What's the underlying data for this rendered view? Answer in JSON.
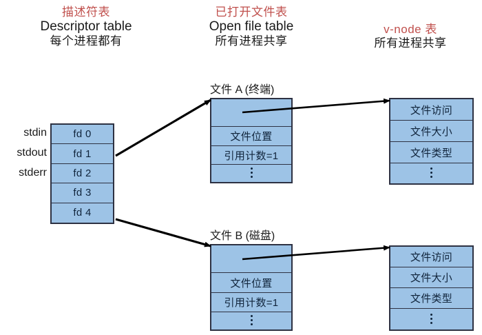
{
  "headings": {
    "descriptor": {
      "cn_title": "描述符表",
      "en_title": "Descriptor table",
      "cn_sub": "每个进程都有"
    },
    "openfile": {
      "cn_title": "已打开文件表",
      "en_title": "Open file table",
      "cn_sub": "所有进程共享"
    },
    "vnode": {
      "cn_title": "v-node 表",
      "cn_sub": "所有进程共享"
    }
  },
  "colors": {
    "heading_accent": "#c0504d",
    "box_fill": "#9dc3e6",
    "box_border": "#2d3142",
    "text": "#1a1a1a",
    "arrow": "#000000"
  },
  "descriptor_table": {
    "side_labels": [
      "stdin",
      "stdout",
      "stderr"
    ],
    "rows": [
      {
        "label": "fd 0"
      },
      {
        "label": "fd 1"
      },
      {
        "label": "fd 2"
      },
      {
        "label": "fd 3"
      },
      {
        "label": "fd 4"
      }
    ]
  },
  "open_file_table": {
    "entries": [
      {
        "caption": "文件 A (终端)",
        "rows": [
          {
            "label": "",
            "kind": "blank"
          },
          {
            "label": "文件位置",
            "kind": "text"
          },
          {
            "label": "引用计数=1",
            "kind": "text"
          },
          {
            "label": "",
            "kind": "dots"
          }
        ]
      },
      {
        "caption": "文件 B (磁盘)",
        "rows": [
          {
            "label": "",
            "kind": "blank"
          },
          {
            "label": "文件位置",
            "kind": "text"
          },
          {
            "label": "引用计数=1",
            "kind": "text"
          },
          {
            "label": "",
            "kind": "dots"
          }
        ]
      }
    ]
  },
  "vnode_table": {
    "entries": [
      {
        "rows": [
          {
            "label": "文件访问",
            "kind": "text"
          },
          {
            "label": "文件大小",
            "kind": "text"
          },
          {
            "label": "文件类型",
            "kind": "text"
          },
          {
            "label": "",
            "kind": "dots"
          }
        ]
      },
      {
        "rows": [
          {
            "label": "文件访问",
            "kind": "text"
          },
          {
            "label": "文件大小",
            "kind": "text"
          },
          {
            "label": "文件类型",
            "kind": "text"
          },
          {
            "label": "",
            "kind": "dots"
          }
        ]
      }
    ]
  },
  "connections": [
    {
      "from": "fd-1",
      "to": "file-a-entry"
    },
    {
      "from": "fd-4",
      "to": "file-b-entry"
    },
    {
      "from": "file-a-entry",
      "to": "vnode-a-entry"
    },
    {
      "from": "file-b-entry",
      "to": "vnode-b-entry"
    }
  ]
}
